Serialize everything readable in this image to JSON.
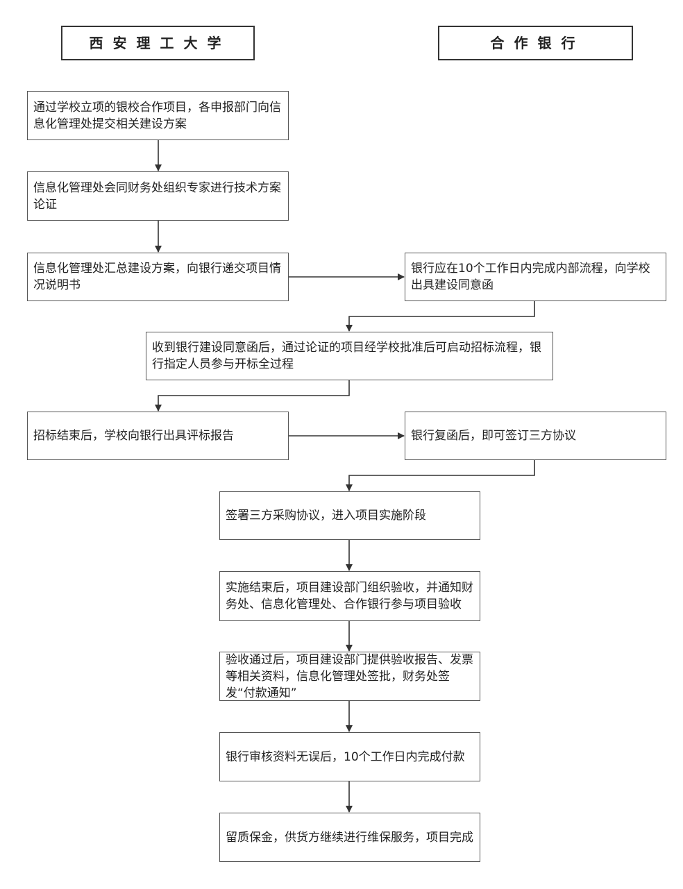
{
  "headers": {
    "university": "西安理工大学",
    "bank": "合作银行"
  },
  "steps": [
    "通过学校立项的银校合作项目，各申报部门向信息化管理处提交相关建设方案",
    "信息化管理处会同财务处组织专家进行技术方案论证",
    "信息化管理处汇总建设方案，向银行递交项目情况说明书",
    "银行应在10个工作日内完成内部流程，向学校出具建设同意函",
    "收到银行建设同意函后，通过论证的项目经学校批准后可启动招标流程，银行指定人员参与开标全过程",
    "招标结束后，学校向银行出具评标报告",
    "银行复函后，即可签订三方协议",
    "签署三方采购协议，进入项目实施阶段",
    "实施结束后，项目建设部门组织验收，并通知财务处、信息化管理处、合作银行参与项目验收",
    "验收通过后，项目建设部门提供验收报告、发票等相关资料，信息化管理处签批，财务处签发“付款通知”",
    "银行审核资料无误后，10个工作日内完成付款",
    "留质保金，供货方继续进行维保服务，项目完成"
  ]
}
